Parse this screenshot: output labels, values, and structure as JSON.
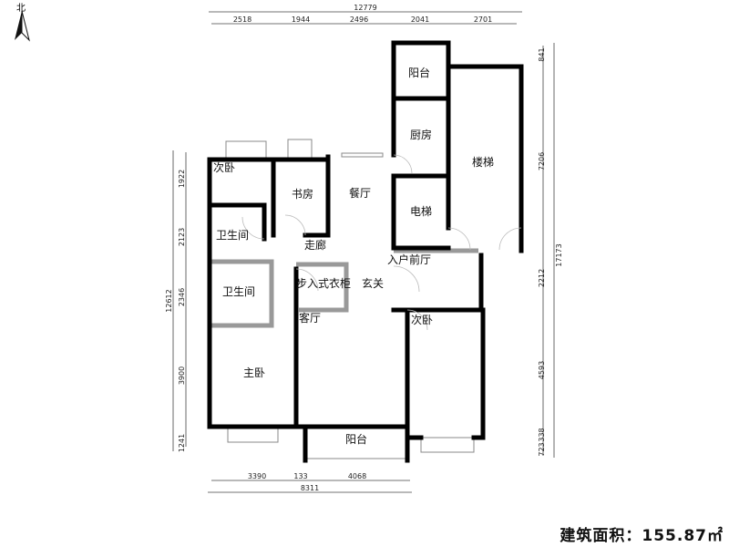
{
  "compass": {
    "label": "北",
    "icon": "north-arrow-icon"
  },
  "rooms": {
    "balcony_top": "阳台",
    "kitchen": "厨房",
    "stairs": "楼梯",
    "elevator": "电梯",
    "second_bedroom_left": "次卧",
    "study": "书房",
    "dining": "餐厅",
    "bathroom_1": "卫生间",
    "corridor": "走廊",
    "entry_hall": "入户前厅",
    "bathroom_2": "卫生间",
    "walk_in_closet": "步入式衣柜",
    "foyer": "玄关",
    "living": "客厅",
    "second_bedroom_right": "次卧",
    "master_bedroom": "主卧",
    "balcony_bottom": "阳台"
  },
  "dimensions": {
    "top_total": "12779",
    "top": [
      "2518",
      "1944",
      "2496",
      "2041",
      "2701"
    ],
    "left_total": "12612",
    "left": [
      "1922",
      "2123",
      "2346",
      "3900",
      "1241"
    ],
    "right_total": "17173",
    "right": [
      "841",
      "7206",
      "2212",
      "4593",
      "338",
      "723"
    ],
    "bottom_total": "8311",
    "bottom": [
      "3390",
      "133",
      "4068"
    ]
  },
  "area_label": "建筑面积：155.87㎡"
}
